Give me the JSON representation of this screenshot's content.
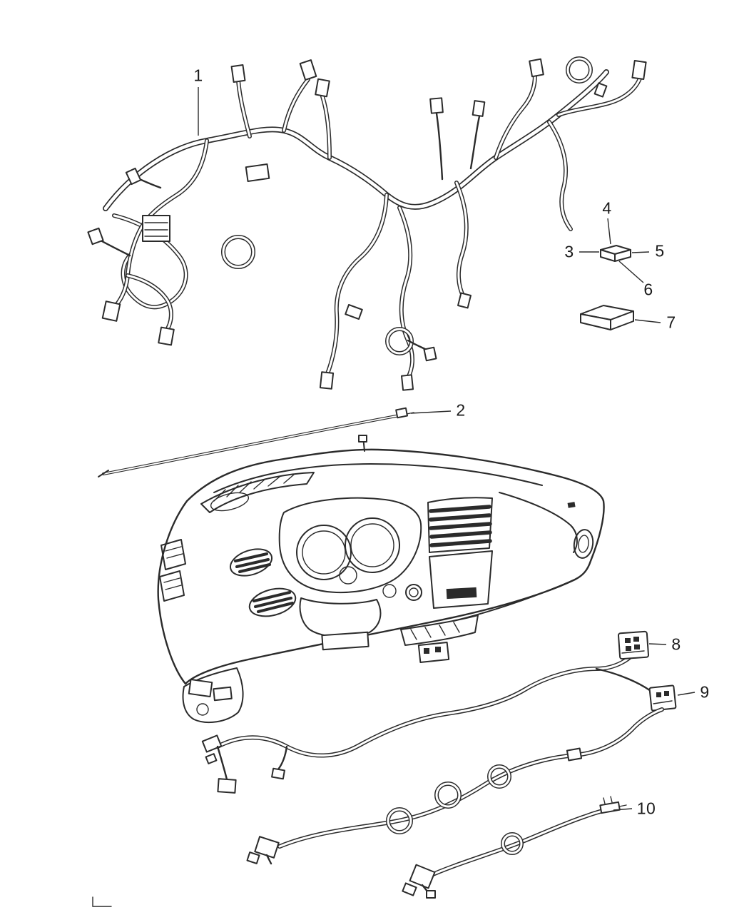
{
  "callouts": [
    {
      "label": "1"
    },
    {
      "label": "2"
    },
    {
      "label": "3"
    },
    {
      "label": "4"
    },
    {
      "label": "5"
    },
    {
      "label": "6"
    },
    {
      "label": "7"
    },
    {
      "label": "8"
    },
    {
      "label": "9"
    },
    {
      "label": "10"
    }
  ],
  "colors": {
    "line": "#2b2b2b",
    "background": "#ffffff",
    "label": "#1a1a1a"
  }
}
